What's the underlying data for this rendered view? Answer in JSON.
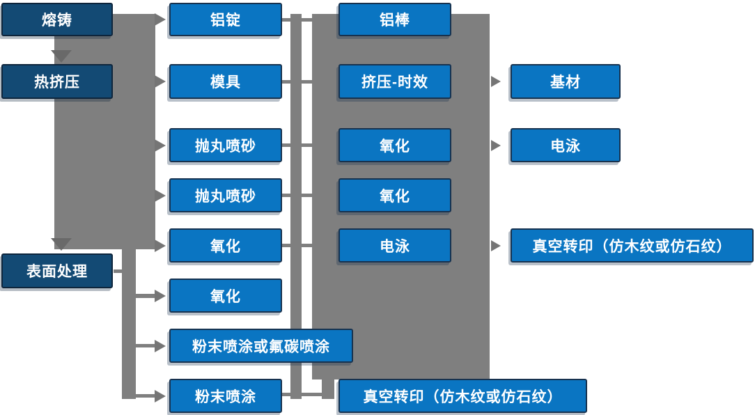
{
  "nodes": {
    "melt": {
      "label": "熔铸"
    },
    "hot_extrusion": {
      "label": "热挤压"
    },
    "surface_treatment": {
      "label": "表面处理"
    },
    "al_ingot": {
      "label": "铝锭"
    },
    "mold": {
      "label": "模具"
    },
    "shot_blast_1": {
      "label": "抛丸喷砂"
    },
    "shot_blast_2": {
      "label": "抛丸喷砂"
    },
    "oxidation_c2_1": {
      "label": "氧化"
    },
    "oxidation_c2_2": {
      "label": "氧化"
    },
    "powder_or_fluorocarbon": {
      "label": "粉末喷涂或氟碳喷涂"
    },
    "powder_coating": {
      "label": "粉末喷涂"
    },
    "al_rod": {
      "label": "铝棒"
    },
    "extrusion_aging": {
      "label": "挤压-时效"
    },
    "oxidation_c3_1": {
      "label": "氧化"
    },
    "oxidation_c3_2": {
      "label": "氧化"
    },
    "electrophoresis_c3": {
      "label": "电泳"
    },
    "vacuum_transfer_c3": {
      "label": "真空转印（仿木纹或仿石纹）"
    },
    "base_material": {
      "label": "基材"
    },
    "electrophoresis_c4": {
      "label": "电泳"
    },
    "vacuum_transfer_c4": {
      "label": "真空转印（仿木纹或仿石纹）"
    }
  },
  "edges": [
    {
      "from": "熔铸",
      "to": "热挤压"
    },
    {
      "from": "熔铸",
      "to": "铝锭"
    },
    {
      "from": "热挤压",
      "to": "模具"
    },
    {
      "from": "热挤压",
      "to": "表面处理"
    },
    {
      "from": "表面处理",
      "to": "抛丸喷砂"
    },
    {
      "from": "表面处理",
      "to": "抛丸喷砂"
    },
    {
      "from": "表面处理",
      "to": "氧化"
    },
    {
      "from": "表面处理",
      "to": "氧化"
    },
    {
      "from": "表面处理",
      "to": "粉末喷涂或氟碳喷涂"
    },
    {
      "from": "表面处理",
      "to": "粉末喷涂"
    },
    {
      "from": "挤压-时效",
      "to": "基材"
    },
    {
      "from": "氧化",
      "to": "电泳"
    },
    {
      "from": "电泳",
      "to": "真空转印（仿木纹或仿石纹）"
    },
    {
      "from": "粉末喷涂",
      "to": "真空转印（仿木纹或仿石纹）"
    }
  ],
  "colors": {
    "node_fill_blue": "#0a75c2",
    "node_fill_navy": "#134a74",
    "node_border": "#17324f",
    "connector_gray": "#7f7f7f",
    "arrow_gray": "#757575",
    "text": "#ffffff",
    "background": "#ffffff"
  }
}
